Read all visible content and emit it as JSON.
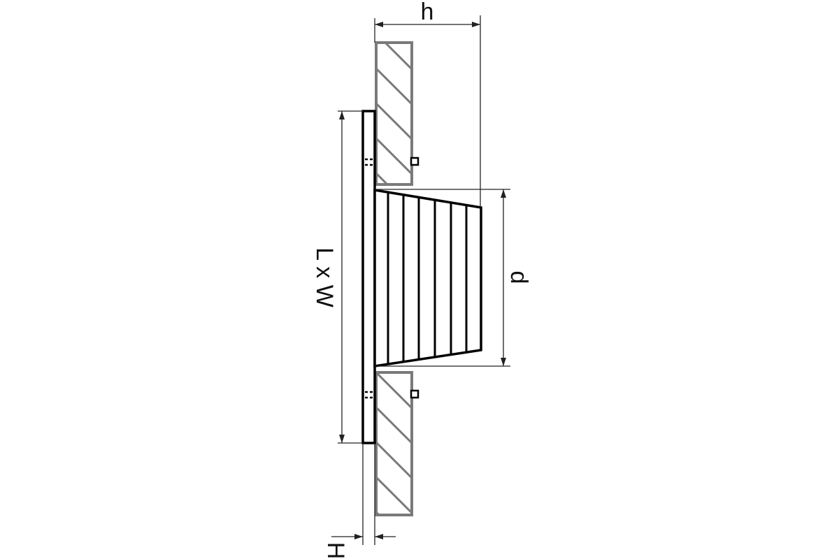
{
  "diagram": {
    "labels": {
      "h": "h",
      "d": "d",
      "lxw": "L x W",
      "H": "H"
    },
    "colors": {
      "outline": "#000000",
      "wall": "#7a7a7a",
      "dimension": "#222222",
      "background": "#ffffff"
    }
  }
}
